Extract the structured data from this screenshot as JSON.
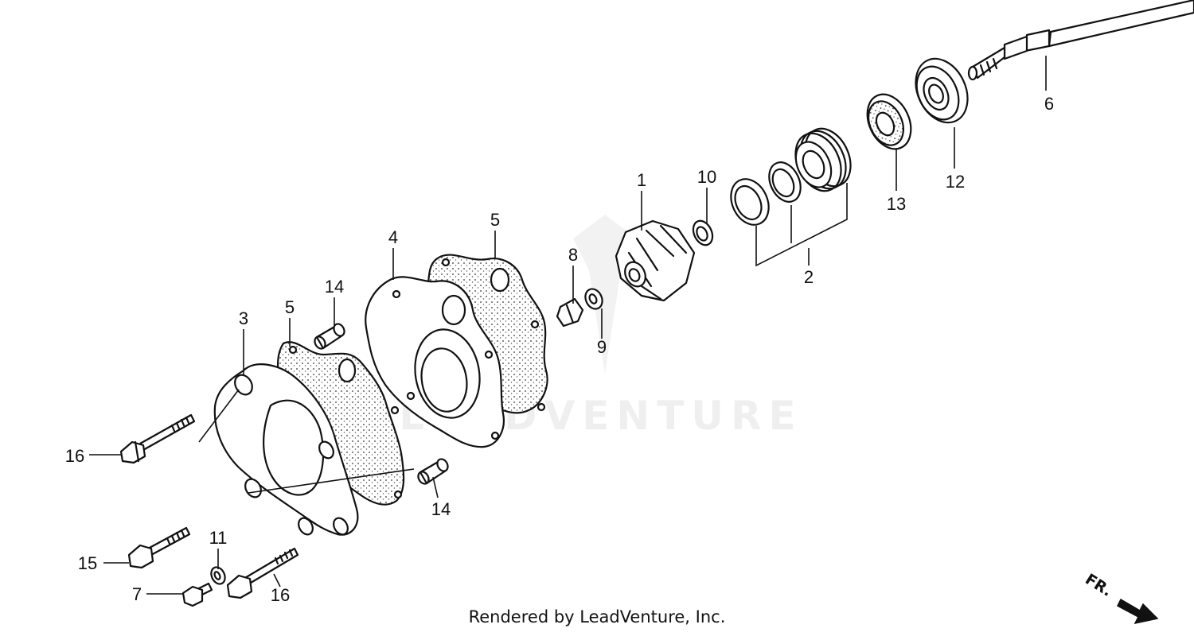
{
  "watermark": "LEADVENTURE",
  "credit": "Rendered by LeadVenture, Inc.",
  "direction_marker": "FR.",
  "callouts": [
    "1",
    "2",
    "3",
    "4",
    "5",
    "5",
    "6",
    "7",
    "8",
    "9",
    "10",
    "11",
    "12",
    "13",
    "14",
    "14",
    "15",
    "16",
    "16"
  ]
}
